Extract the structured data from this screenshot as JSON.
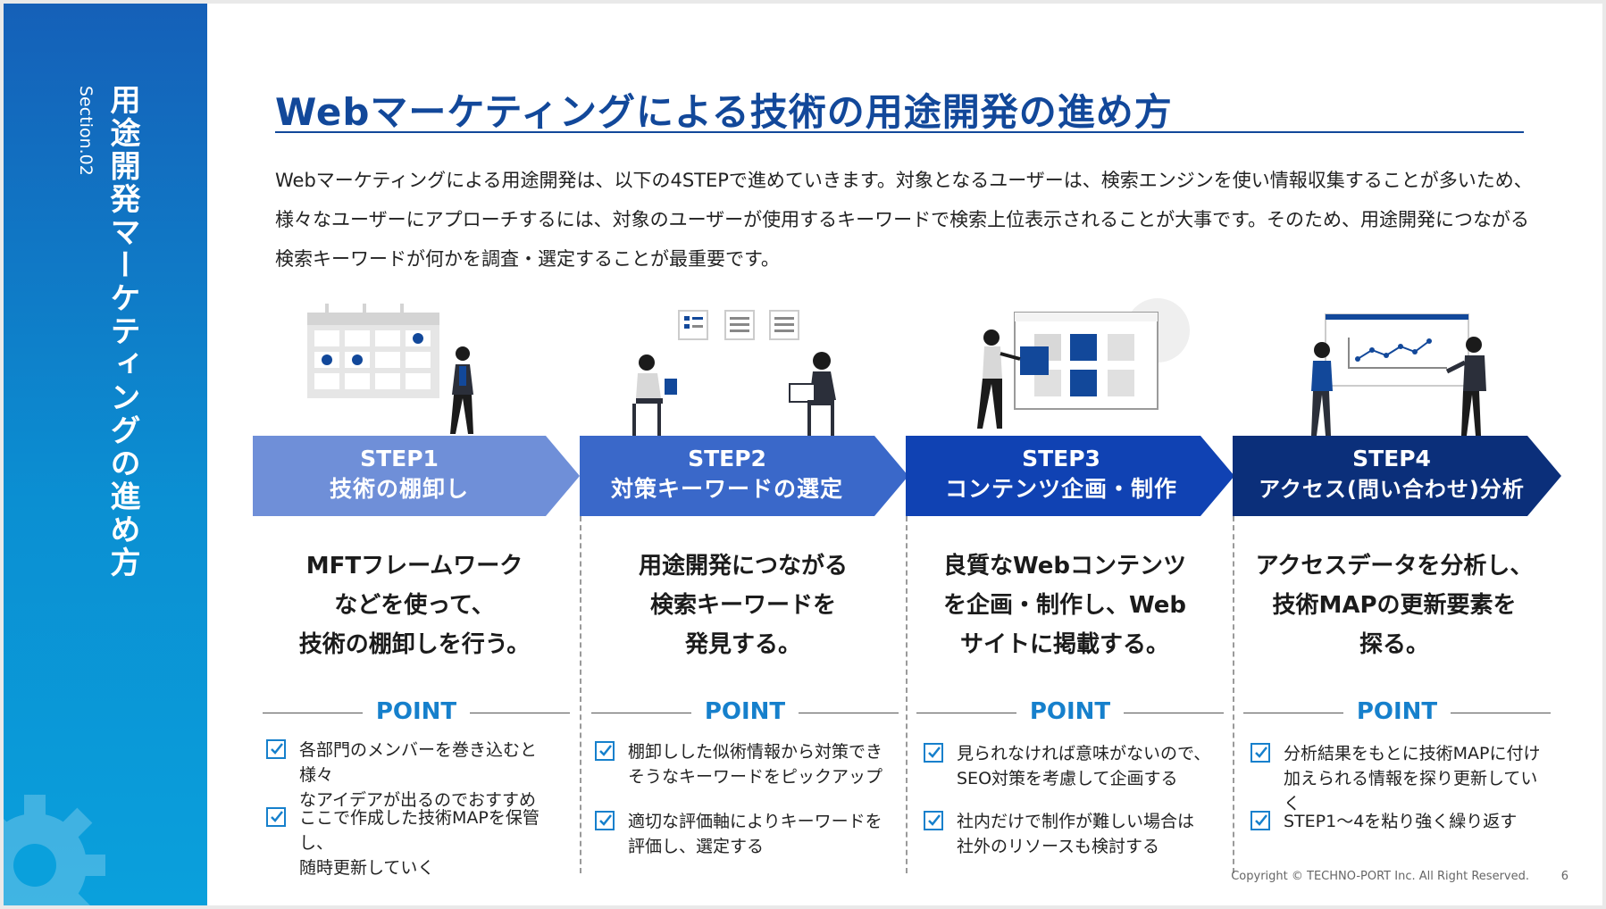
{
  "sidebar": {
    "title": "用途開発マーケティングの進め方",
    "section": "Section.02"
  },
  "header": {
    "title": "Webマーケティングによる技術の用途開発の進め方"
  },
  "intro": "Webマーケティングによる用途開発は、以下の4STEPで進めていきます。対象となるユーザーは、検索エンジンを使い情報収集することが多いため、様々なユーザーにアプローチするには、対象のユーザーが使用するキーワードで検索上位表示されることが大事です。そのため、用途開発につながる検索キーワードが何かを調査・選定することが最重要です。",
  "point_heading": "POINT",
  "colors": {
    "accent": "#12489a",
    "step1": "#6f8fd8",
    "step2": "#3a68c9",
    "step3": "#1042b3",
    "step4": "#0b2f7a",
    "point": "#1680cc"
  },
  "steps": [
    {
      "label": "STEP1",
      "name": "技術の棚卸し",
      "desc_lines": [
        "MFTフレームワーク",
        "などを使って、",
        "技術の棚卸しを行う。"
      ],
      "points": [
        {
          "lines": [
            "各部門のメンバーを巻き込むと様々",
            "なアイデアが出るのでおすすめ"
          ]
        },
        {
          "lines": [
            "ここで作成した技術MAPを保管し、",
            "随時更新していく"
          ]
        }
      ]
    },
    {
      "label": "STEP2",
      "name": "対策キーワードの選定",
      "desc_lines": [
        "用途開発につながる",
        "検索キーワードを",
        "発見する。"
      ],
      "points": [
        {
          "lines": [
            "棚卸しした似術情報から対策でき",
            "そうなキーワードをピックアップ"
          ]
        },
        {
          "lines": [
            "適切な評価軸によりキーワードを",
            "評価し、選定する"
          ]
        }
      ]
    },
    {
      "label": "STEP3",
      "name": "コンテンツ企画・制作",
      "desc_lines": [
        "良質なWebコンテンツ",
        "を企画・制作し、Web",
        "サイトに掲載する。"
      ],
      "points": [
        {
          "lines": [
            "見られなければ意味がないので、",
            "SEO対策を考慮して企画する"
          ]
        },
        {
          "lines": [
            "社内だけで制作が難しい場合は",
            "社外のリソースも検討する"
          ]
        }
      ]
    },
    {
      "label": "STEP4",
      "name": "アクセス(問い合わせ)分析",
      "desc_lines": [
        "アクセスデータを分析し、",
        "技術MAPの更新要素を",
        "探る。"
      ],
      "points": [
        {
          "lines": [
            "分析結果をもとに技術MAPに付け",
            "加えられる情報を探り更新していく"
          ]
        },
        {
          "lines": [
            "STEP1〜4を粘り強く繰り返す"
          ]
        }
      ]
    }
  ],
  "footer": {
    "copyright": "Copyright © TECHNO-PORT Inc. All Right Reserved.",
    "page": "6"
  }
}
